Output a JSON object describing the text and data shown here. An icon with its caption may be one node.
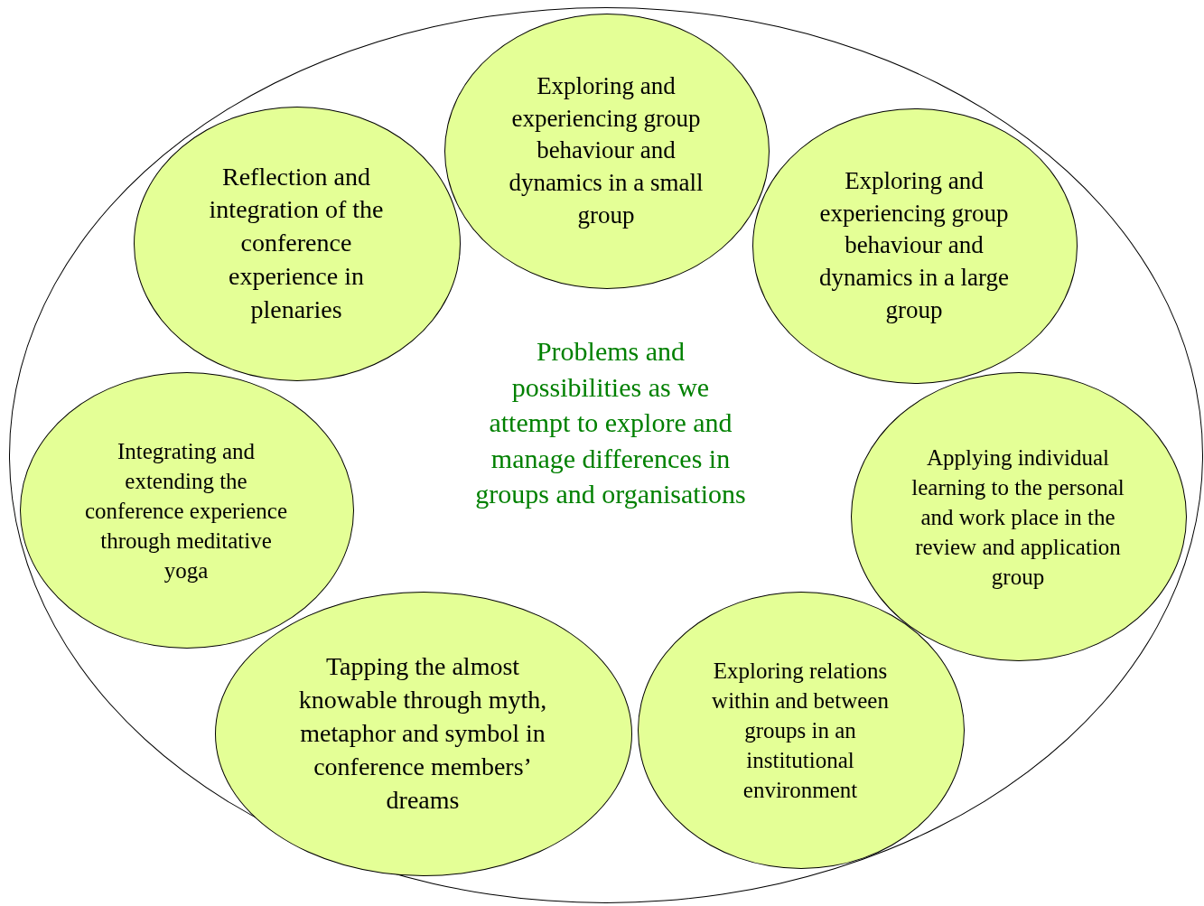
{
  "diagram": {
    "nodes": [
      {
        "text": [
          "Problems and possibilities as we attempt to explore and manage differences in groups and organisations"
        ]
      },
      {
        "text": [
          "Exploring and experiencing group behaviour and dynamics in a small group"
        ],
        "in": 0
      },
      {
        "text": [
          "Reflection and integration of the conference experience in plenaries"
        ],
        "in": 0
      },
      {
        "text": [
          "Exploring and experiencing group behaviour and dynamics in a large group"
        ],
        "in": 0
      },
      {
        "text": [
          "Integrating and extending the conference experience through meditative yoga"
        ],
        "in": 0
      },
      {
        "text": [
          "Applying individual learning to the personal and work place in the review and application group"
        ],
        "in": 0
      },
      {
        "text": [
          "Tapping the almost knowable through myth, metaphor and symbol in conference members’ dreams"
        ],
        "in": 0
      },
      {
        "text": [
          "Exploring relations within and between groups in an institutional environment"
        ],
        "in": 0
      }
    ]
  }
}
